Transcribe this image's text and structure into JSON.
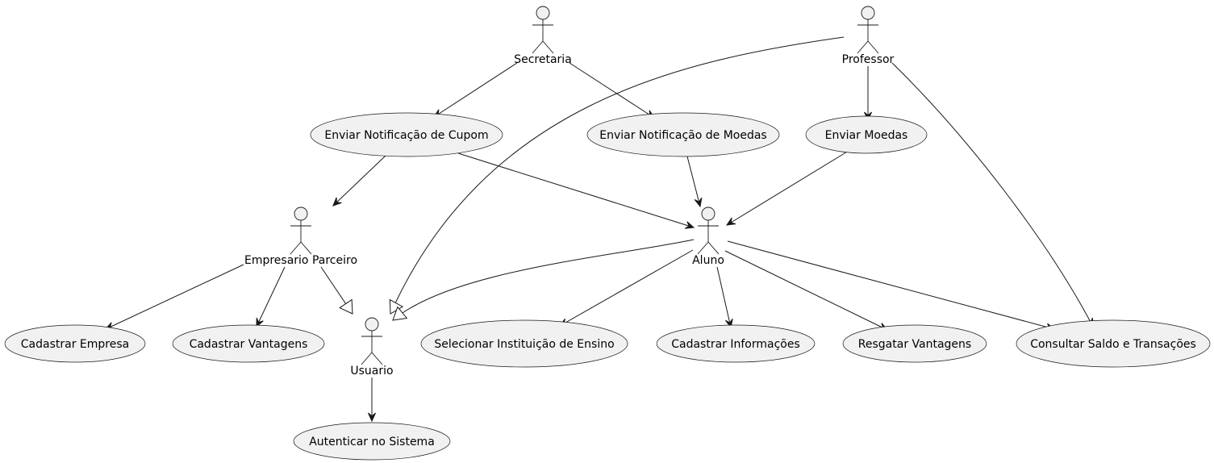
{
  "actors": [
    {
      "id": "secretaria",
      "label": "Secretaria"
    },
    {
      "id": "professor",
      "label": "Professor"
    },
    {
      "id": "empresario",
      "label": "Empresario Parceiro"
    },
    {
      "id": "aluno",
      "label": "Aluno"
    },
    {
      "id": "usuario",
      "label": "Usuario"
    }
  ],
  "use_cases": [
    {
      "id": "uc_cupom",
      "label": "Enviar Notificação de Cupom"
    },
    {
      "id": "uc_notif_moedas",
      "label": "Enviar Notificação de Moedas"
    },
    {
      "id": "uc_enviar_moedas",
      "label": "Enviar Moedas"
    },
    {
      "id": "uc_cad_empresa",
      "label": "Cadastrar Empresa"
    },
    {
      "id": "uc_cad_vantagens",
      "label": "Cadastrar Vantagens"
    },
    {
      "id": "uc_sel_instituicao",
      "label": "Selecionar Instituição de Ensino"
    },
    {
      "id": "uc_cad_info",
      "label": "Cadastrar Informações"
    },
    {
      "id": "uc_resgatar",
      "label": "Resgatar Vantagens"
    },
    {
      "id": "uc_consultar",
      "label": "Consultar Saldo e Transações"
    },
    {
      "id": "uc_autenticar",
      "label": "Autenticar no Sistema"
    }
  ],
  "relations": [
    {
      "from": "secretaria",
      "to": "uc_cupom",
      "kind": "association"
    },
    {
      "from": "secretaria",
      "to": "uc_notif_moedas",
      "kind": "association"
    },
    {
      "from": "professor",
      "to": "uc_enviar_moedas",
      "kind": "association"
    },
    {
      "from": "professor",
      "to": "uc_consultar",
      "kind": "association"
    },
    {
      "from": "professor",
      "to": "usuario",
      "kind": "generalization"
    },
    {
      "from": "uc_cupom",
      "to": "empresario",
      "kind": "association"
    },
    {
      "from": "uc_cupom",
      "to": "aluno",
      "kind": "association"
    },
    {
      "from": "uc_notif_moedas",
      "to": "aluno",
      "kind": "association"
    },
    {
      "from": "uc_enviar_moedas",
      "to": "aluno",
      "kind": "association"
    },
    {
      "from": "empresario",
      "to": "uc_cad_empresa",
      "kind": "association"
    },
    {
      "from": "empresario",
      "to": "uc_cad_vantagens",
      "kind": "association"
    },
    {
      "from": "empresario",
      "to": "usuario",
      "kind": "generalization"
    },
    {
      "from": "aluno",
      "to": "usuario",
      "kind": "generalization"
    },
    {
      "from": "aluno",
      "to": "uc_sel_instituicao",
      "kind": "association"
    },
    {
      "from": "aluno",
      "to": "uc_cad_info",
      "kind": "association"
    },
    {
      "from": "aluno",
      "to": "uc_resgatar",
      "kind": "association"
    },
    {
      "from": "aluno",
      "to": "uc_consultar",
      "kind": "association"
    },
    {
      "from": "usuario",
      "to": "uc_autenticar",
      "kind": "association"
    }
  ]
}
